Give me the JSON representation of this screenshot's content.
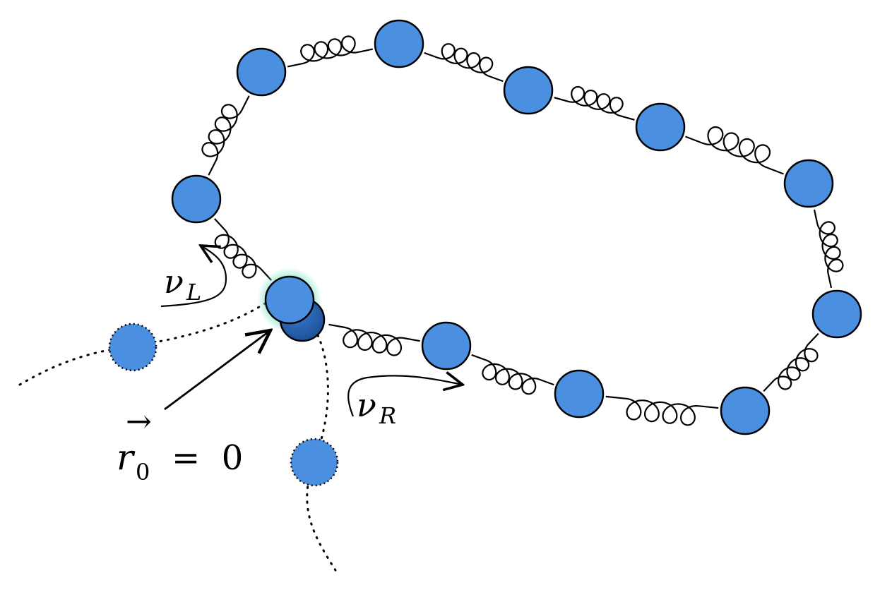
{
  "labels": {
    "nu_left": {
      "symbol": "ν",
      "subscript": "L"
    },
    "nu_right": {
      "symbol": "ν",
      "subscript": "R"
    },
    "r0": {
      "symbol": "r",
      "subscript": "0",
      "arrow": "→",
      "equation": "=  0"
    }
  },
  "colors": {
    "bead_fill": "#4a8fe0",
    "bead_stroke": "#000000",
    "dark_bead_fill": "#2462b0",
    "glow": "#7de3c8",
    "line": "#000000"
  },
  "icons": {
    "bead": "filled-circle",
    "spring": "coil-loops",
    "ghost_bead": "dotted-circle"
  }
}
